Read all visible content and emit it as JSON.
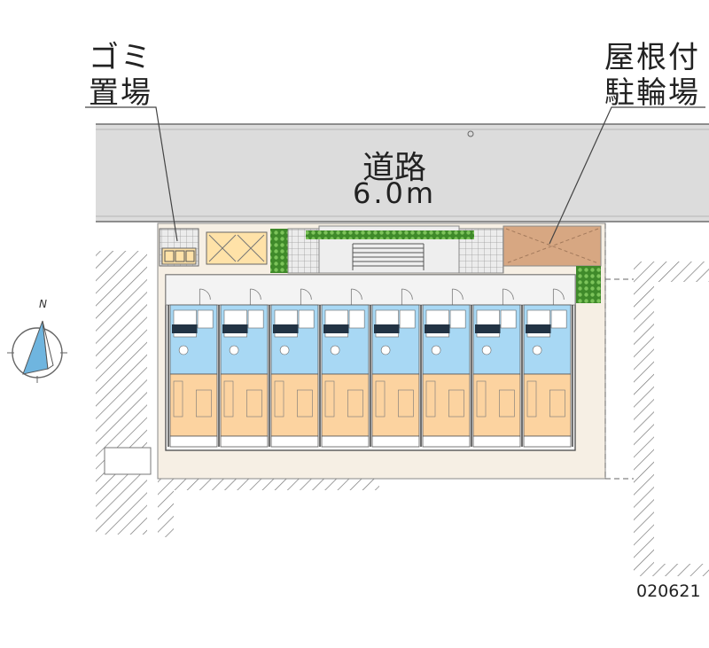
{
  "labels": {
    "garbage_line1": "ゴミ",
    "garbage_line2": "置場",
    "bike_line1": "屋根付",
    "bike_line2": "駐輪場",
    "road_name": "道路",
    "road_width": "6.0m",
    "north": "N",
    "code": "020621"
  },
  "units": {
    "count": 8
  },
  "colors": {
    "road": "#dcdcdc",
    "site": "#f6efe4",
    "wet_area": "#a8d8f4",
    "room": "#fcd3a0",
    "bike_roof": "#d7a782",
    "grass": "#5aa03a",
    "paving": "#cfcfcf"
  }
}
